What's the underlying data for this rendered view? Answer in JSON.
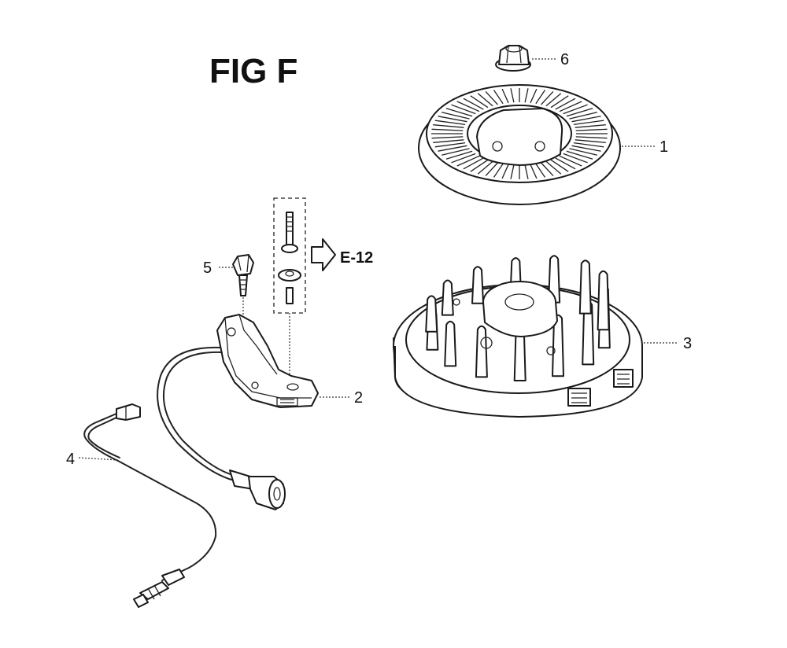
{
  "figure": {
    "title": "FIG F"
  },
  "callouts": [
    {
      "id": "1",
      "label": "1"
    },
    {
      "id": "2",
      "label": "2"
    },
    {
      "id": "3",
      "label": "3"
    },
    {
      "id": "4",
      "label": "4"
    },
    {
      "id": "5",
      "label": "5"
    },
    {
      "id": "6",
      "label": "6"
    }
  ],
  "reference": {
    "label": "E-12"
  }
}
